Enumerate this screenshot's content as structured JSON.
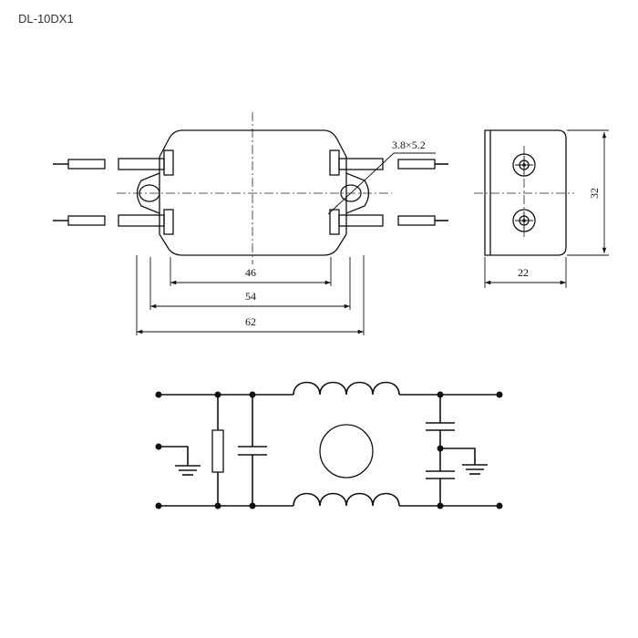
{
  "model": "DL-10DX1",
  "dimensions": {
    "hole_size": "3.8×5.2",
    "body_width": "46",
    "hole_pitch": "54",
    "overall_width": "62",
    "side_height": "32",
    "side_depth": "22"
  },
  "colors": {
    "ink": "#111111",
    "background": "#ffffff"
  }
}
